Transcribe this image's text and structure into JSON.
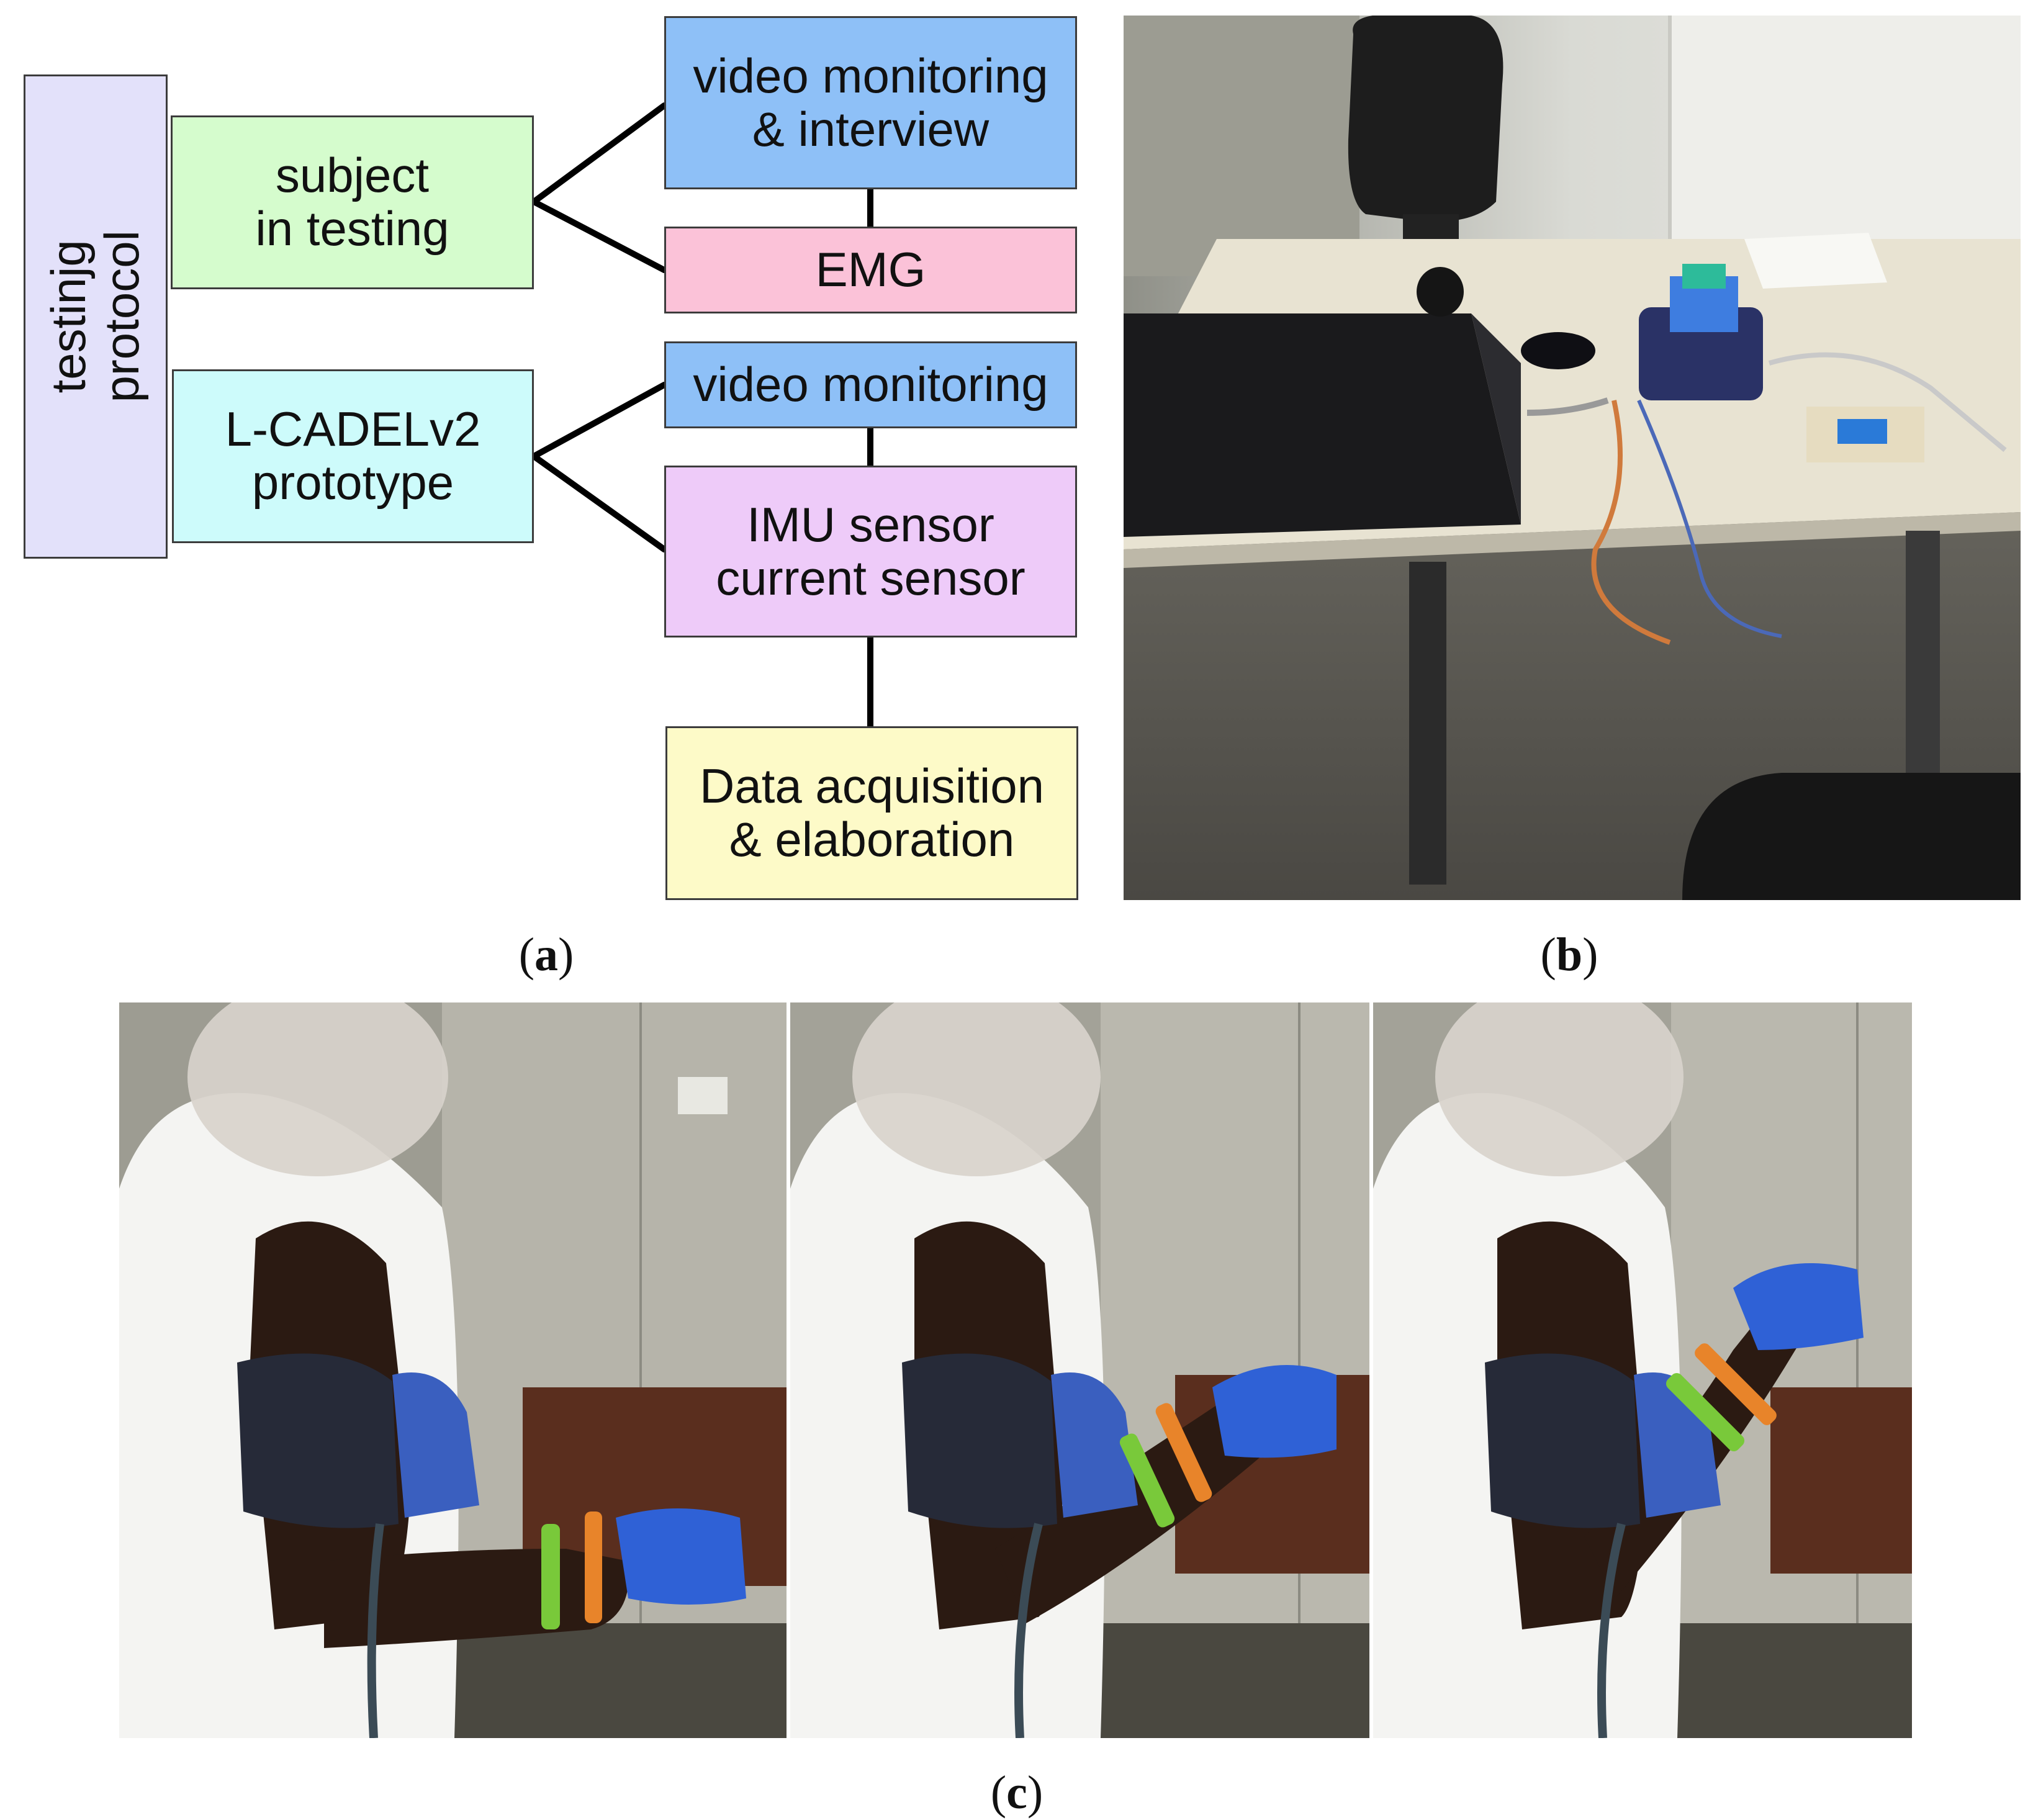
{
  "diagram": {
    "nodes": {
      "testing_protocol": {
        "label": "testinjg\nprotocol",
        "color": "#e3e1fa"
      },
      "subject": {
        "label": "subject\nin testing",
        "color": "#d5fccd"
      },
      "prototype": {
        "label": "L-CADELv2\nprototype",
        "color": "#cdfbfb"
      },
      "video_interview": {
        "label": "video monitoring\n& interview",
        "color": "#8ec0f7"
      },
      "emg": {
        "label": "EMG",
        "color": "#fbc2d8"
      },
      "video": {
        "label": "video monitoring",
        "color": "#8ec0f7"
      },
      "imu": {
        "label": "IMU sensor\ncurrent sensor",
        "color": "#eecbf9"
      },
      "data": {
        "label": "Data acquisition\n& elaboration",
        "color": "#fdfac8"
      }
    },
    "edges": [
      [
        "subject",
        "video_interview"
      ],
      [
        "subject",
        "emg"
      ],
      [
        "video_interview",
        "emg"
      ],
      [
        "prototype",
        "video"
      ],
      [
        "prototype",
        "imu"
      ],
      [
        "video",
        "imu"
      ],
      [
        "imu",
        "data"
      ]
    ]
  },
  "subfigures": {
    "a": {
      "open": "(",
      "letter": "a",
      "close": ")"
    },
    "b": {
      "open": "(",
      "letter": "b",
      "close": ")"
    },
    "c": {
      "open": "(",
      "letter": "c",
      "close": ")"
    }
  }
}
